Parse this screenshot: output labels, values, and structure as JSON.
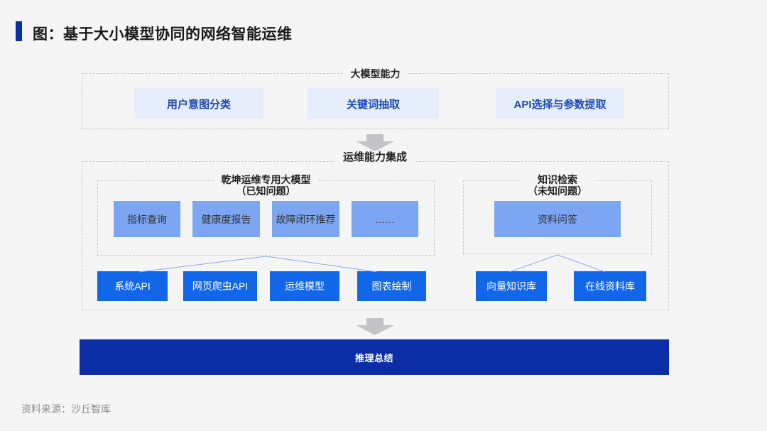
{
  "page": {
    "title": "图：基于大小模型协同的网络智能运维",
    "source": "资料来源：沙丘智库"
  },
  "diagram": {
    "top_group": {
      "label": "大模型能力",
      "items": [
        "用户意图分类",
        "关键词抽取",
        "API选择与参数提取"
      ]
    },
    "integration_label": "运维能力集成",
    "known_group": {
      "title": "乾坤运维专用大模型",
      "subtitle": "（已知问题）",
      "items": [
        "指标查询",
        "健康度报告",
        "故障闭环推荐",
        "……"
      ]
    },
    "unknown_group": {
      "title": "知识检索",
      "subtitle": "（未知问题）",
      "items": [
        "资料问答"
      ]
    },
    "known_resources": [
      "系统API",
      "网页爬虫API",
      "运维模型",
      "图表绘制"
    ],
    "unknown_resources": [
      "向量知识库",
      "在线资料库"
    ],
    "summary_bar": "推理总结"
  },
  "colors": {
    "page_background": "#F5F5F6",
    "accent_navy": "#0B2DA5",
    "title_accent": "#0C2FA8",
    "bright_blue": "#1266E8",
    "cornflower_blue": "#7CA6F2",
    "light_blue_bg": "#E6EEFB",
    "light_blue_text": "#1D49B5",
    "dashed_border": "#C9C9C9",
    "connector_line": "#8AAAE8",
    "arrow_gray": "#C4C4C6"
  }
}
